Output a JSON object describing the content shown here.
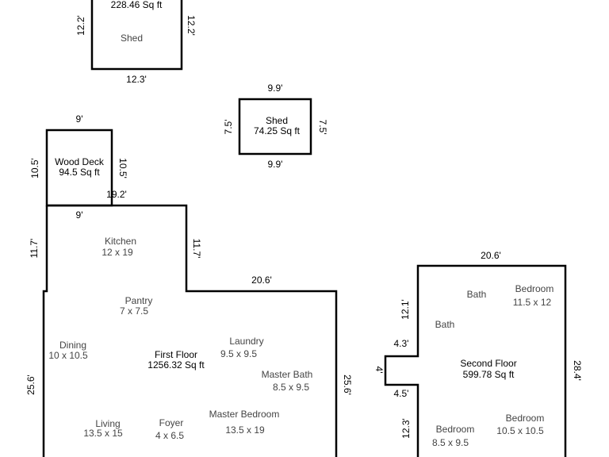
{
  "structures": {
    "shed_large": {
      "area": "228.46 Sq ft",
      "name": "Shed",
      "dims": {
        "left": "12.2'",
        "right": "12.2'",
        "bottom": "12.3'"
      }
    },
    "shed_small": {
      "name": "Shed",
      "area": "74.25 Sq ft",
      "dims": {
        "top": "9.9'",
        "bottom": "9.9'",
        "left": "7.5'",
        "right": "7.5'"
      }
    },
    "wood_deck": {
      "name": "Wood Deck",
      "area": "94.5 Sq ft",
      "dims": {
        "top": "9'",
        "left": "10.5'",
        "right": "10.5'"
      }
    },
    "first_floor": {
      "name": "First Floor",
      "area": "1256.32 Sq ft",
      "dims": {
        "deck_edge": "19.2'",
        "top": "9'",
        "left_upper": "11.7'",
        "right_upper": "11.7'",
        "mid_top": "20.6'",
        "left_lower": "25.6'",
        "right_lower": "25.6'"
      },
      "rooms": [
        {
          "name": "Kitchen",
          "size": "12 x 19"
        },
        {
          "name": "Pantry",
          "size": "7 x 7.5"
        },
        {
          "name": "Dining",
          "size": "10 x 10.5"
        },
        {
          "name": "Laundry",
          "size": "9.5 x 9.5"
        },
        {
          "name": "Master Bath",
          "size": "8.5 x 9.5"
        },
        {
          "name": "Living",
          "size": "13.5 x 15"
        },
        {
          "name": "Foyer",
          "size": "4 x 6.5"
        },
        {
          "name": "Master Bedroom",
          "size": "13.5 x 19"
        }
      ]
    },
    "second_floor": {
      "name": "Second Floor",
      "area": "599.78 Sq ft",
      "dims": {
        "top": "20.6'",
        "left_upper": "12.1'",
        "notch_top": "4.3'",
        "notch_side": "4'",
        "notch_bottom": "4.5'",
        "left_lower": "12.3'",
        "right": "28.4'"
      },
      "rooms": [
        {
          "name": "Bath"
        },
        {
          "name": "Bedroom",
          "size": "11.5 x 12"
        },
        {
          "name": "Bath"
        },
        {
          "name": "Bedroom",
          "size": "8.5 x 9.5"
        },
        {
          "name": "Bedroom",
          "size": "10.5 x 10.5"
        }
      ]
    }
  }
}
